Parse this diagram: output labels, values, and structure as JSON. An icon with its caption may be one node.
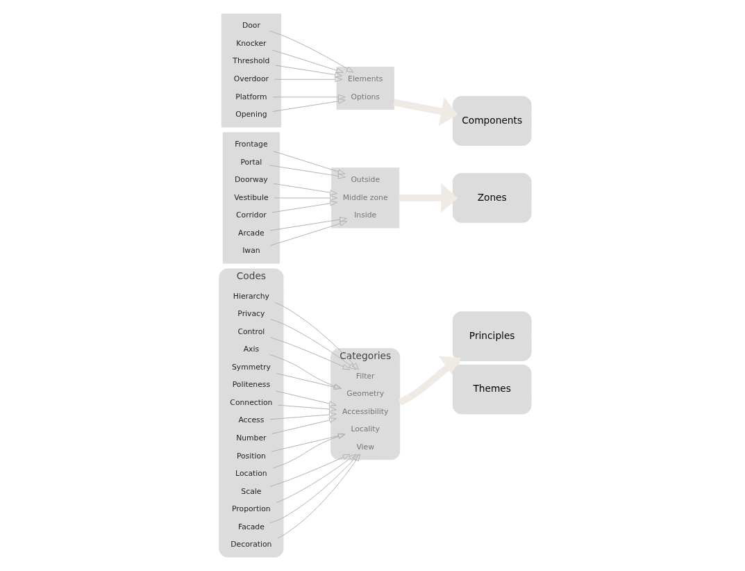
{
  "diagram": {
    "nodes": [
      {
        "text": [
          "Codes"
        ]
      },
      {
        "text": [
          "Hierarchy"
        ],
        "in": 0
      },
      {
        "text": [
          "Privacy"
        ],
        "in": 0
      },
      {
        "text": [
          "Control"
        ],
        "in": 0
      },
      {
        "text": [
          "Axis"
        ],
        "in": 0
      },
      {
        "text": [
          "Symmetry"
        ],
        "in": 0
      },
      {
        "text": [
          "Politeness"
        ],
        "in": 0
      },
      {
        "text": [
          "Connection"
        ],
        "in": 0
      },
      {
        "text": [
          "Access"
        ],
        "in": 0
      },
      {
        "text": [
          "Number"
        ],
        "in": 0
      },
      {
        "text": [
          "Position"
        ],
        "in": 0
      },
      {
        "text": [
          "Location"
        ],
        "in": 0
      },
      {
        "text": [
          "Scale"
        ],
        "in": 0
      },
      {
        "text": [
          "Proportion"
        ],
        "in": 0
      },
      {
        "text": [
          "Facade"
        ],
        "in": 0
      },
      {
        "text": [
          "Decoration"
        ],
        "in": 0
      },
      {
        "text": [],
        "shape": "box"
      },
      {
        "text": [
          "Frontage"
        ],
        "in": 16
      },
      {
        "text": [
          "Portal"
        ],
        "in": 16
      },
      {
        "text": [
          "Doorway"
        ],
        "in": 16
      },
      {
        "text": [
          "Vestibule"
        ],
        "in": 16
      },
      {
        "text": [
          "Corridor"
        ],
        "in": 16
      },
      {
        "text": [
          "Arcade"
        ],
        "in": 16
      },
      {
        "text": [
          "Iwan"
        ],
        "in": 16
      },
      {
        "text": [],
        "shape": "box"
      },
      {
        "text": [
          "Door"
        ],
        "in": 24
      },
      {
        "text": [
          "Knocker"
        ],
        "in": 24
      },
      {
        "text": [
          "Threshold"
        ],
        "in": 24
      },
      {
        "text": [
          "Overdoor"
        ],
        "in": 24
      },
      {
        "text": [
          "Platform"
        ],
        "in": 24
      },
      {
        "text": [
          "Opening"
        ],
        "in": 24
      },
      {
        "text": [
          "Categories"
        ]
      },
      {
        "text": [
          "Filter"
        ],
        "in": 31
      },
      {
        "text": [
          "Geometry"
        ],
        "in": 31
      },
      {
        "text": [
          "Accessibility"
        ],
        "in": 31
      },
      {
        "text": [
          "Locality"
        ],
        "in": 31
      },
      {
        "text": [
          "View"
        ],
        "in": 31
      },
      {
        "text": [],
        "shape": "box"
      },
      {
        "text": [
          "Outside"
        ],
        "in": 37
      },
      {
        "text": [
          "Middle zone"
        ],
        "in": 37
      },
      {
        "text": [
          "Inside"
        ],
        "in": 37
      },
      {
        "text": [],
        "shape": "box"
      },
      {
        "text": [
          "Elements"
        ],
        "in": 41
      },
      {
        "text": [
          "Options"
        ],
        "in": 41
      },
      {
        "text": [
          "Themes"
        ]
      },
      {
        "text": [
          "Principles"
        ]
      },
      {
        "text": [
          "Zones"
        ]
      },
      {
        "text": [
          "Components"
        ]
      }
    ],
    "edges": [
      {
        "from": 1,
        "to": 32,
        "arrow": "to"
      },
      {
        "from": 2,
        "to": 32,
        "arrow": "to"
      },
      {
        "from": 3,
        "to": 32,
        "arrow": "to"
      },
      {
        "from": 4,
        "to": 33,
        "arrow": "to"
      },
      {
        "from": 5,
        "to": 33,
        "arrow": "to"
      },
      {
        "from": 6,
        "to": 34,
        "arrow": "to"
      },
      {
        "from": 7,
        "to": 34,
        "arrow": "to"
      },
      {
        "from": 8,
        "to": 34,
        "arrow": "to"
      },
      {
        "from": 9,
        "to": 34,
        "arrow": "to"
      },
      {
        "from": 10,
        "to": 35,
        "arrow": "to"
      },
      {
        "from": 11,
        "to": 35,
        "arrow": "to"
      },
      {
        "from": 12,
        "to": 36,
        "arrow": "to"
      },
      {
        "from": 13,
        "to": 36,
        "arrow": "to"
      },
      {
        "from": 14,
        "to": 36,
        "arrow": "to"
      },
      {
        "from": 15,
        "to": 36,
        "arrow": "to"
      },
      {
        "from": 17,
        "to": 38,
        "arrow": "to"
      },
      {
        "from": 18,
        "to": 38,
        "arrow": "to"
      },
      {
        "from": 19,
        "to": 39,
        "arrow": "to"
      },
      {
        "from": 20,
        "to": 39,
        "arrow": "to"
      },
      {
        "from": 21,
        "to": 39,
        "arrow": "to"
      },
      {
        "from": 22,
        "to": 40,
        "arrow": "to"
      },
      {
        "from": 23,
        "to": 40,
        "arrow": "to"
      },
      {
        "from": 25,
        "to": 42,
        "arrow": "to"
      },
      {
        "from": 26,
        "to": 42,
        "arrow": "to"
      },
      {
        "from": 27,
        "to": 42,
        "arrow": "to"
      },
      {
        "from": 28,
        "to": 42,
        "arrow": "to"
      },
      {
        "from": 29,
        "to": 43,
        "arrow": "to"
      },
      {
        "from": 30,
        "to": 43,
        "arrow": "to"
      },
      {
        "from": 31,
        "to": 45,
        "arrow": "to",
        "style": "thick",
        "color": "#efebe4"
      },
      {
        "from": 37,
        "to": 46,
        "arrow": "to",
        "style": "thick",
        "color": "#efebe4"
      },
      {
        "from": 41,
        "to": 47,
        "arrow": "to",
        "style": "thick",
        "color": "#efebe4"
      }
    ]
  }
}
